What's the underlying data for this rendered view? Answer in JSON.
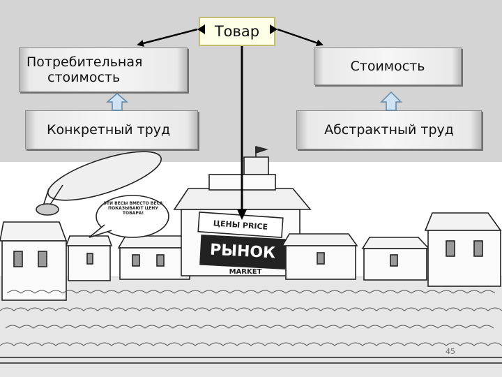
{
  "diagram": {
    "top": "Товар",
    "left_top": "Потребительная стоимость",
    "left_top_lines": [
      "Потребительная",
      "стоимость"
    ],
    "right_top": "Стоимость",
    "left_bottom": "Конкретный труд",
    "right_bottom": "Абстрактный труд"
  },
  "illustration": {
    "sign_main": "РЫНОК",
    "sign_sub": "MARKET",
    "sign_top": "ЦЕНЫ PRICE",
    "speech_bubble": "ЭТИ ВЕСЫ ВМЕСТО ВЕСА ПОКАЗЫВАЮТ ЦЕНУ ТОВАРА!"
  },
  "page_number": "45",
  "colors": {
    "top_band": "#d4d4d4",
    "tovar_fill": "#ffffe8",
    "tovar_border": "#c3bd75",
    "arrow_up_fill": "#cfe3f3",
    "arrow_up_stroke": "#5f87a8"
  }
}
